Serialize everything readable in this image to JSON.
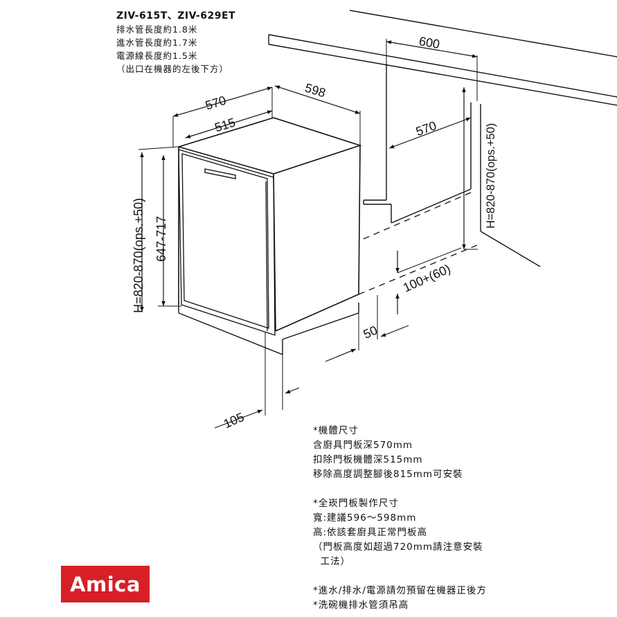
{
  "header": {
    "title": "ZIV-615T、ZIV-629ET",
    "lines": [
      "排水管長度約1.8米",
      "進水管長度約1.7米",
      "電源線長度約1.5米",
      "（出口在機器的左後下方）"
    ]
  },
  "dimensions": {
    "d600": "600",
    "d570_top": "570",
    "d598": "598",
    "d515": "515",
    "d570_right": "570",
    "h_right": "H=820-870(ops.+50)",
    "h_left": "H=820-870(ops.+50)",
    "h_door": "647-717",
    "d100": "100+(60)",
    "d50": "50",
    "d105": "105"
  },
  "notes": {
    "body_title": "*機體尺寸",
    "body_lines": [
      "含廚具門板深570mm",
      "扣除門板機體深515mm",
      "移除高度調整腳後815mm可安裝"
    ],
    "door_title": "*全崁門板製作尺寸",
    "door_lines": [
      "寬:建議596～598mm",
      "高:依該套廚具正常門板高",
      "（門板高度如超過720mm請注意安裝",
      "  工法）"
    ],
    "extra_lines": [
      "*進水/排水/電源請勿預留在機器正後方",
      "*洗碗機排水管須吊高"
    ]
  },
  "logo": {
    "text": "Amica",
    "color": "#d61f26"
  }
}
